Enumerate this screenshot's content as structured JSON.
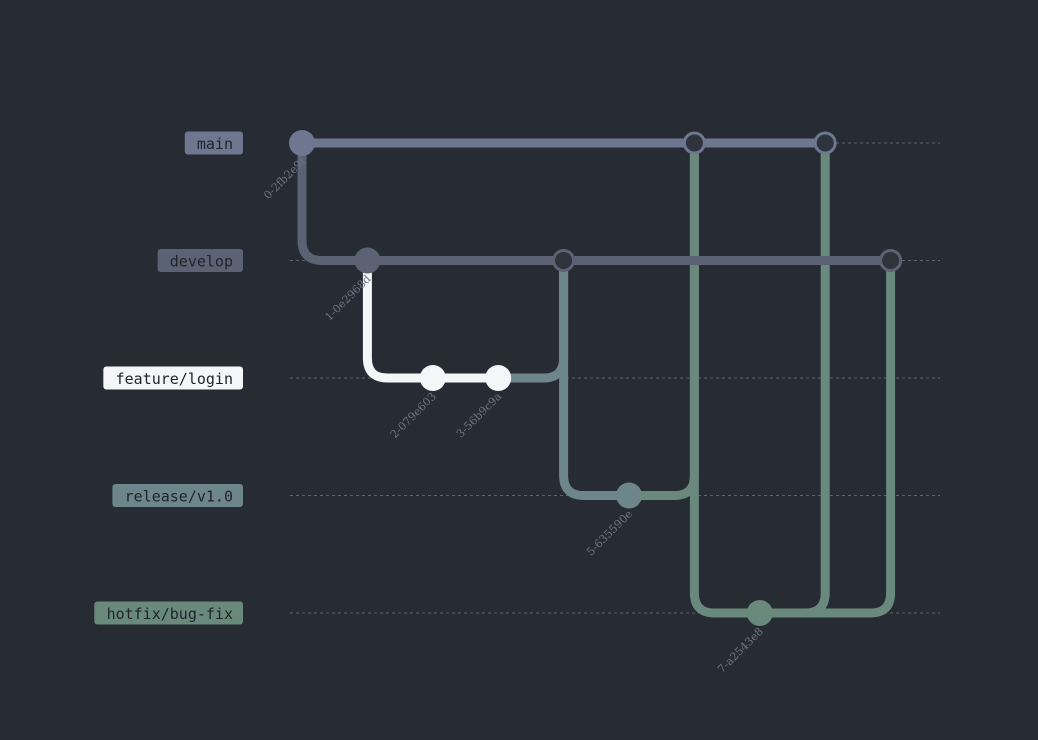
{
  "branches": [
    {
      "name": "main",
      "color": "#6e7790",
      "text_color": "#1f232a"
    },
    {
      "name": "develop",
      "color": "#5a6273",
      "text_color": "#1f232a"
    },
    {
      "name": "feature/login",
      "color": "#f5f6f8",
      "text_color": "#1f232a"
    },
    {
      "name": "release/v1.0",
      "color": "#6d868b",
      "text_color": "#1f232a"
    },
    {
      "name": "hotfix/bug-fix",
      "color": "#6a897d",
      "text_color": "#1f232a"
    }
  ],
  "commits": [
    {
      "id": "0-2fb2e9f",
      "branch": 0,
      "col": 0,
      "labeled": true,
      "style": "filled"
    },
    {
      "id": "1-0e2968d",
      "branch": 1,
      "col": 1,
      "labeled": true,
      "style": "filled"
    },
    {
      "id": "2-079e603",
      "branch": 2,
      "col": 2,
      "labeled": true,
      "style": "filled"
    },
    {
      "id": "3-56b9c9a",
      "branch": 2,
      "col": 3,
      "labeled": true,
      "style": "filled"
    },
    {
      "id": "",
      "branch": 1,
      "col": 4,
      "labeled": false,
      "style": "merge"
    },
    {
      "id": "5-635590e",
      "branch": 3,
      "col": 5,
      "labeled": true,
      "style": "filled"
    },
    {
      "id": "",
      "branch": 0,
      "col": 6,
      "labeled": false,
      "style": "merge"
    },
    {
      "id": "7-a2543e8",
      "branch": 4,
      "col": 7,
      "labeled": true,
      "style": "filled"
    },
    {
      "id": "",
      "branch": 0,
      "col": 8,
      "labeled": false,
      "style": "merge"
    },
    {
      "id": "",
      "branch": 1,
      "col": 9,
      "labeled": false,
      "style": "merge"
    }
  ],
  "edges": [
    {
      "from": 0,
      "to": 1,
      "color": "#5a6273",
      "kind": "branch-out"
    },
    {
      "from": 1,
      "to": 2,
      "color": "#f5f6f8",
      "kind": "branch-out"
    },
    {
      "from": 3,
      "to": 4,
      "color": "#6d868b",
      "kind": "merge-up"
    },
    {
      "from": 4,
      "to": 5,
      "color": "#6d868b",
      "kind": "branch-out"
    },
    {
      "from": 5,
      "to": 6,
      "color": "#6a897d",
      "kind": "merge-up"
    },
    {
      "from": 6,
      "to": 7,
      "color": "#6a897d",
      "kind": "branch-out"
    },
    {
      "from": 7,
      "to": 8,
      "color": "#6a897d",
      "kind": "merge-up"
    },
    {
      "from": 7,
      "to": 9,
      "color": "#6a897d",
      "kind": "merge-up"
    }
  ],
  "colors": {
    "background": "#272b33",
    "guide": "#5c626e",
    "merge_fill": "#2e333c"
  }
}
